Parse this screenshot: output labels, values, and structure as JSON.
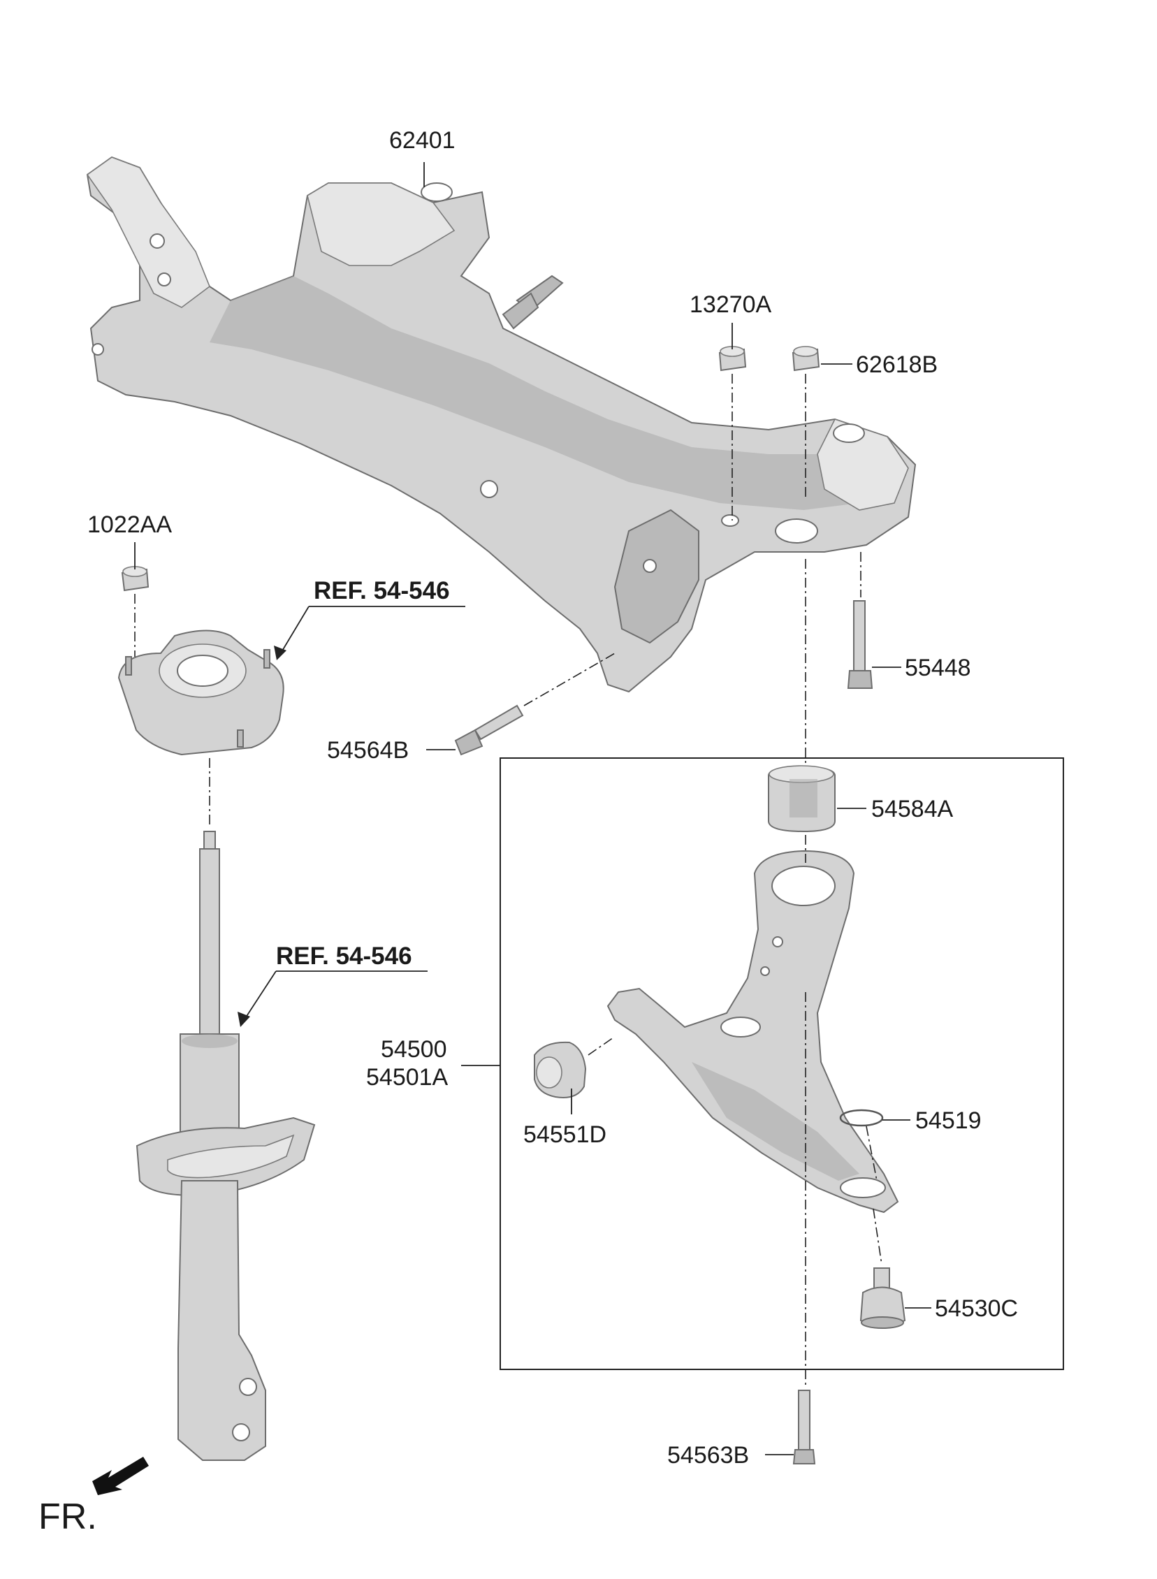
{
  "labels": {
    "p62401": "62401",
    "p13270A": "13270A",
    "p62618B": "62618B",
    "p1022AA": "1022AA",
    "p55448": "55448",
    "p54564B": "54564B",
    "p54584A": "54584A",
    "p54500": "54500",
    "p54501A": "54501A",
    "p54551D": "54551D",
    "p54519": "54519",
    "p54530C": "54530C",
    "p54563B": "54563B"
  },
  "refs": {
    "ref_top": "REF. 54-546",
    "ref_bottom": "REF. 54-546"
  },
  "direction": "FR.",
  "colors": {
    "part_fill": "#d3d3d3",
    "outline": "#6d6d6d",
    "text": "#1a1a1a"
  }
}
